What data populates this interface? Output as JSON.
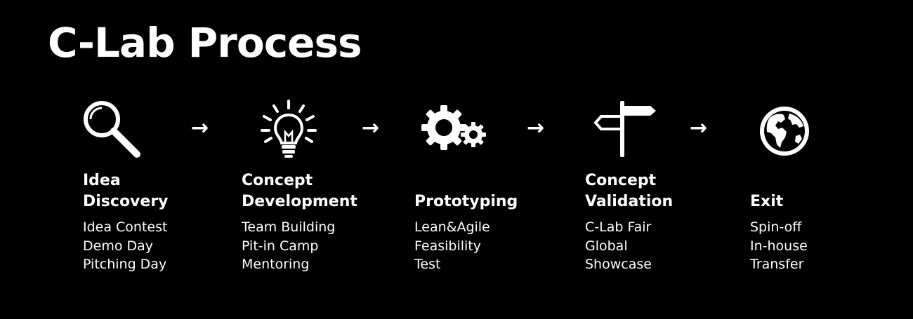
{
  "title": "C-Lab Process",
  "stages": [
    {
      "icon": "magnifier-icon",
      "heading": [
        "Idea",
        "Discovery"
      ],
      "items": [
        "Idea Contest",
        "Demo Day",
        "Pitching Day"
      ]
    },
    {
      "icon": "lightbulb-icon",
      "heading": [
        "Concept",
        "Development"
      ],
      "items": [
        "Team Building",
        "Pit-in Camp",
        "Mentoring"
      ]
    },
    {
      "icon": "gears-icon",
      "heading": [
        "",
        "Prototyping"
      ],
      "items": [
        "Lean&Agile",
        "Feasibility",
        "Test"
      ]
    },
    {
      "icon": "signpost-icon",
      "heading": [
        "Concept",
        "Validation"
      ],
      "items": [
        "C-Lab Fair",
        "Global",
        "Showcase"
      ]
    },
    {
      "icon": "globe-icon",
      "heading": [
        "",
        "Exit"
      ],
      "items": [
        "Spin-off",
        "In-house",
        "Transfer"
      ]
    }
  ],
  "arrow_glyph": "→",
  "colors": {
    "background": "#000000",
    "foreground": "#ffffff"
  }
}
